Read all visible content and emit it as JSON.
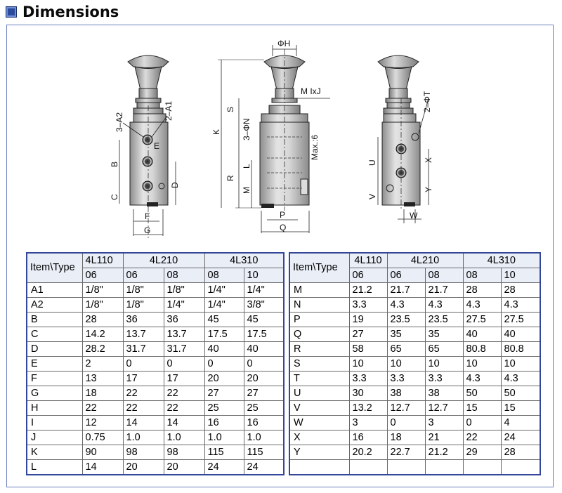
{
  "header": {
    "title": "Dimensions"
  },
  "drawing_labels": {
    "left": [
      "3–A2",
      "2–A1",
      "E",
      "B",
      "C",
      "D",
      "F",
      "G"
    ],
    "middle": [
      "ΦH",
      "M IxJ",
      "S",
      "3–ΦN",
      "K",
      "L",
      "R",
      "M",
      "Max.:6",
      "P",
      "Q"
    ],
    "right": [
      "2–ΦT",
      "U",
      "X",
      "V",
      "Y",
      "W"
    ]
  },
  "left_table": {
    "header_item": "Item\\Type",
    "groups": [
      "4L110",
      "4L210",
      "4L310"
    ],
    "sizes": [
      "06",
      "06",
      "08",
      "08",
      "10"
    ],
    "rows": [
      {
        "item": "A1",
        "vals": [
          "1/8\"",
          "1/8\"",
          "1/8\"",
          "1/4\"",
          "1/4\""
        ]
      },
      {
        "item": "A2",
        "vals": [
          "1/8\"",
          "1/8\"",
          "1/4\"",
          "1/4\"",
          "3/8\""
        ]
      },
      {
        "item": "B",
        "vals": [
          "28",
          "36",
          "36",
          "45",
          "45"
        ]
      },
      {
        "item": "C",
        "vals": [
          "14.2",
          "13.7",
          "13.7",
          "17.5",
          "17.5"
        ]
      },
      {
        "item": "D",
        "vals": [
          "28.2",
          "31.7",
          "31.7",
          "40",
          "40"
        ]
      },
      {
        "item": "E",
        "vals": [
          "2",
          "0",
          "0",
          "0",
          "0"
        ]
      },
      {
        "item": "F",
        "vals": [
          "13",
          "17",
          "17",
          "20",
          "20"
        ]
      },
      {
        "item": "G",
        "vals": [
          "18",
          "22",
          "22",
          "27",
          "27"
        ]
      },
      {
        "item": "H",
        "vals": [
          "22",
          "22",
          "22",
          "25",
          "25"
        ]
      },
      {
        "item": "I",
        "vals": [
          "12",
          "14",
          "14",
          "16",
          "16"
        ]
      },
      {
        "item": "J",
        "vals": [
          "0.75",
          "1.0",
          "1.0",
          "1.0",
          "1.0"
        ]
      },
      {
        "item": "K",
        "vals": [
          "90",
          "98",
          "98",
          "115",
          "115"
        ]
      },
      {
        "item": "L",
        "vals": [
          "14",
          "20",
          "20",
          "24",
          "24"
        ]
      }
    ]
  },
  "right_table": {
    "header_item": "Item\\Type",
    "groups": [
      "4L110",
      "4L210",
      "4L310"
    ],
    "sizes": [
      "06",
      "06",
      "08",
      "08",
      "10"
    ],
    "rows": [
      {
        "item": "M",
        "vals": [
          "21.2",
          "21.7",
          "21.7",
          "28",
          "28"
        ]
      },
      {
        "item": "N",
        "vals": [
          "3.3",
          "4.3",
          "4.3",
          "4.3",
          "4.3"
        ]
      },
      {
        "item": "P",
        "vals": [
          "19",
          "23.5",
          "23.5",
          "27.5",
          "27.5"
        ]
      },
      {
        "item": "Q",
        "vals": [
          "27",
          "35",
          "35",
          "40",
          "40"
        ]
      },
      {
        "item": "R",
        "vals": [
          "58",
          "65",
          "65",
          "80.8",
          "80.8"
        ]
      },
      {
        "item": "S",
        "vals": [
          "10",
          "10",
          "10",
          "10",
          "10"
        ]
      },
      {
        "item": "T",
        "vals": [
          "3.3",
          "3.3",
          "3.3",
          "4.3",
          "4.3"
        ]
      },
      {
        "item": "U",
        "vals": [
          "30",
          "38",
          "38",
          "50",
          "50"
        ]
      },
      {
        "item": "V",
        "vals": [
          "13.2",
          "12.7",
          "12.7",
          "15",
          "15"
        ]
      },
      {
        "item": "W",
        "vals": [
          "3",
          "0",
          "3",
          "0",
          "4"
        ]
      },
      {
        "item": "X",
        "vals": [
          "16",
          "18",
          "21",
          "22",
          "24"
        ]
      },
      {
        "item": "Y",
        "vals": [
          "20.2",
          "22.7",
          "21.2",
          "29",
          "28"
        ]
      },
      {
        "item": "",
        "vals": [
          "",
          "",
          "",
          "",
          ""
        ]
      }
    ]
  }
}
